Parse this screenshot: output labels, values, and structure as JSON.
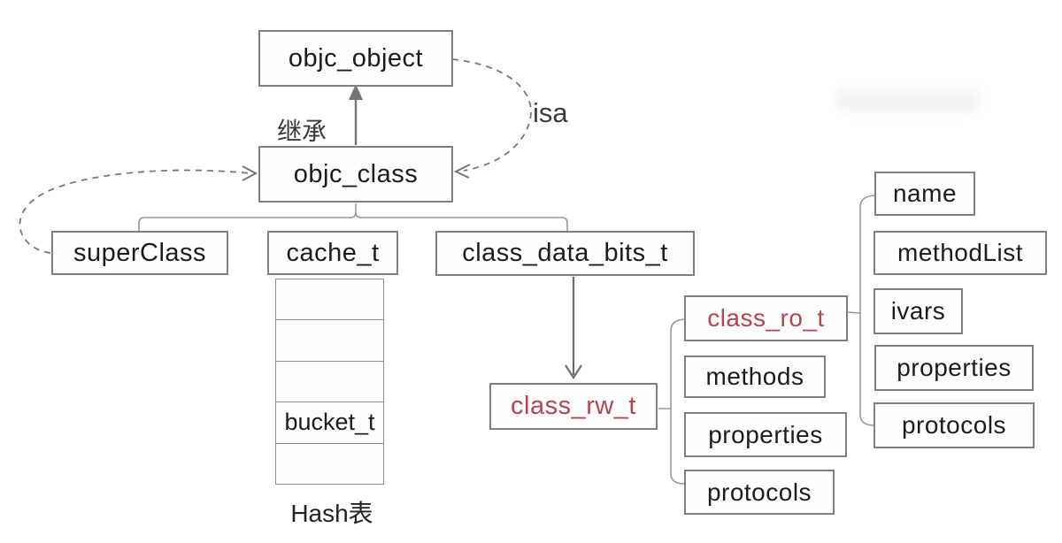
{
  "nodes": {
    "objc_object": "objc_object",
    "objc_class": "objc_class",
    "superclass": "superClass",
    "cache_t": "cache_t",
    "class_data_bits_t": "class_data_bits_t",
    "class_rw_t": "class_rw_t",
    "class_ro_t": "class_ro_t",
    "rw_methods": "methods",
    "rw_properties": "properties",
    "rw_protocols": "protocols",
    "ro_name": "name",
    "ro_method_list": "methodList",
    "ro_ivars": "ivars",
    "ro_properties": "properties",
    "ro_protocols": "protocols",
    "bucket_t": "bucket_t"
  },
  "labels": {
    "inheritance": "继承",
    "isa": "isa",
    "hash_table": "Hash表"
  },
  "colors": {
    "accent_text": "#b2454e",
    "box_border": "#7f7f7f",
    "text": "#1c1c1c",
    "connector": "#8c8c8c",
    "arrow": "#757575"
  }
}
